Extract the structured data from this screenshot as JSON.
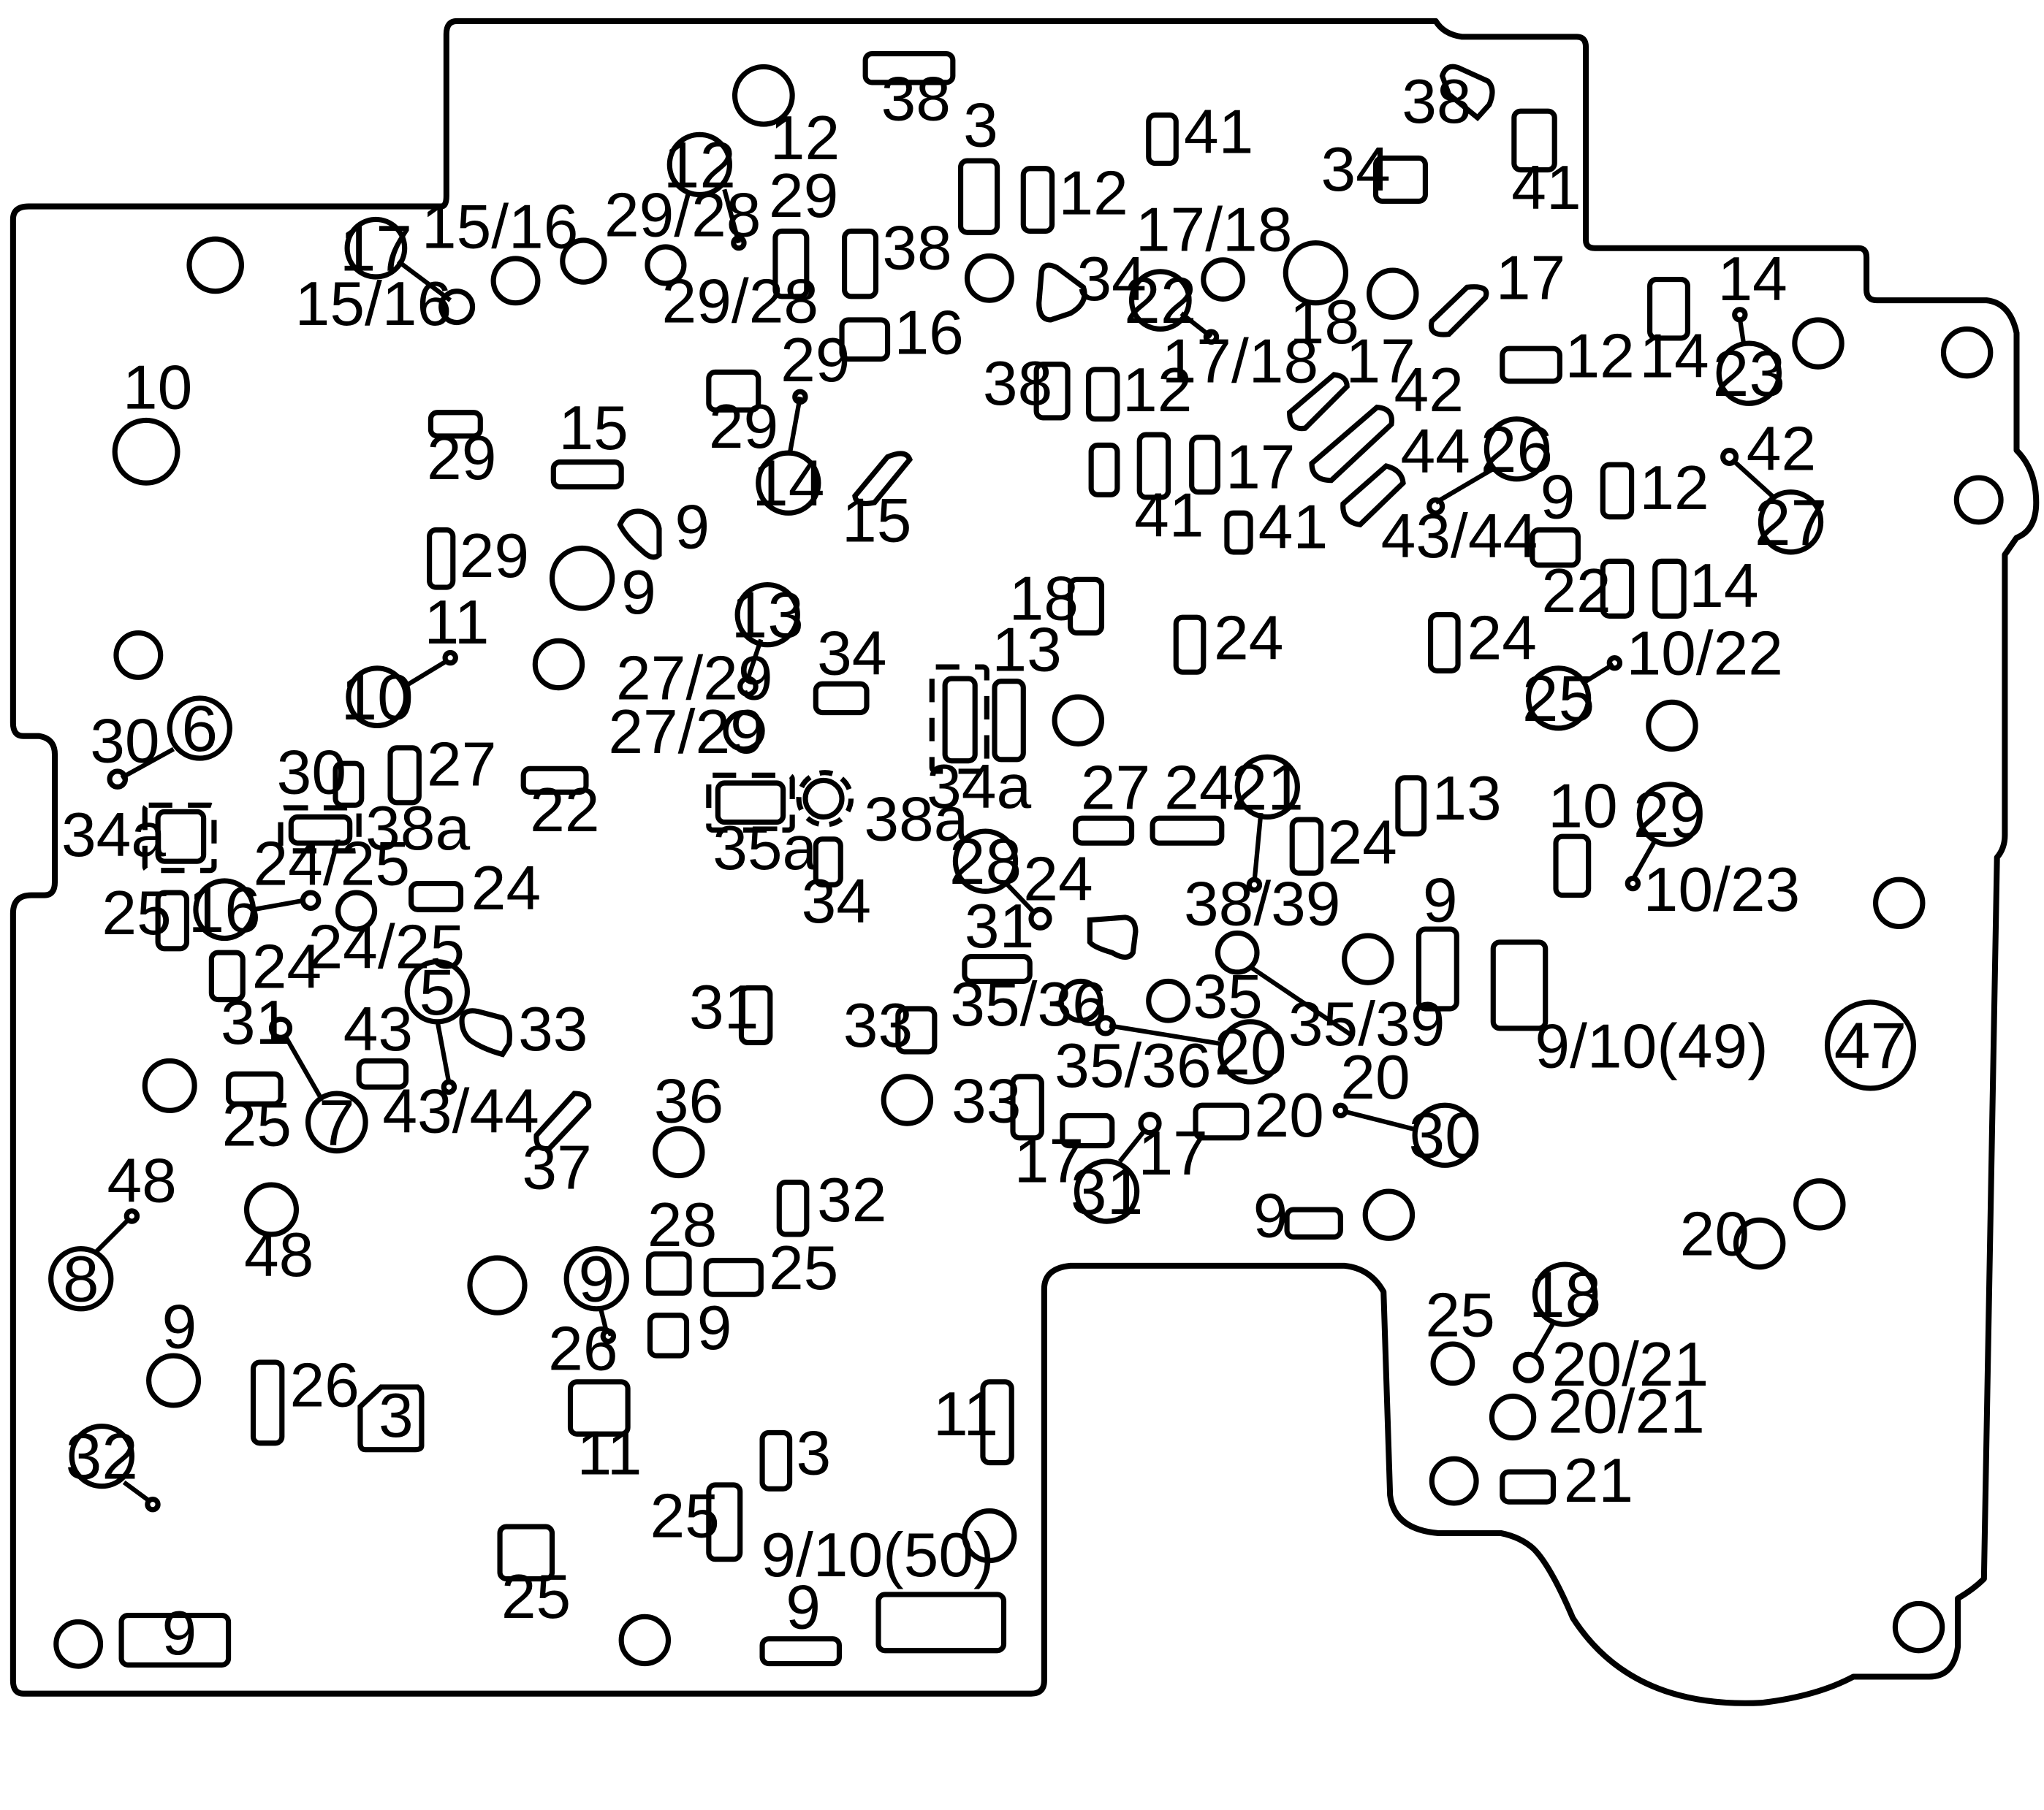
{
  "figure": {
    "labels": [
      "38",
      "12",
      "3",
      "41",
      "38",
      "41",
      "34",
      "12",
      "29",
      "38",
      "29/28",
      "29/28",
      "15/16",
      "15/16",
      "34",
      "17/18",
      "17/18",
      "17",
      "16",
      "18",
      "12",
      "14",
      "14",
      "12",
      "29",
      "29",
      "10",
      "15",
      "29",
      "15",
      "38",
      "41",
      "17",
      "17",
      "42",
      "44",
      "43/44",
      "42",
      "9",
      "12",
      "29",
      "9",
      "9",
      "41",
      "18",
      "24",
      "24",
      "22",
      "14",
      "11",
      "34",
      "27/29",
      "27/29",
      "13",
      "10/22",
      "30",
      "30",
      "27",
      "22",
      "34a",
      "38a",
      "34a",
      "35a",
      "38a",
      "27",
      "24",
      "13",
      "24",
      "10",
      "10/23",
      "24/25",
      "24",
      "34",
      "24",
      "25",
      "24",
      "31",
      "38/39",
      "9",
      "24/25",
      "33",
      "31",
      "33",
      "35/36",
      "35",
      "35/39",
      "31",
      "43",
      "9/10(49)",
      "25",
      "43/44",
      "35/36",
      "33",
      "20",
      "20",
      "36",
      "37",
      "17",
      "17",
      "48",
      "32",
      "9",
      "28",
      "25",
      "20",
      "48",
      "9",
      "9",
      "26",
      "25",
      "20/21",
      "26",
      "3",
      "11",
      "11",
      "20/21",
      "3",
      "21",
      "25",
      "9/10(50)",
      "9",
      "25",
      "9"
    ],
    "callouts": [
      "12",
      "17",
      "22",
      "26",
      "23",
      "14",
      "27",
      "13",
      "25",
      "10",
      "6",
      "21",
      "29",
      "28",
      "16",
      "5",
      "20",
      "47",
      "7",
      "30",
      "31",
      "8",
      "9",
      "18",
      "32"
    ]
  }
}
